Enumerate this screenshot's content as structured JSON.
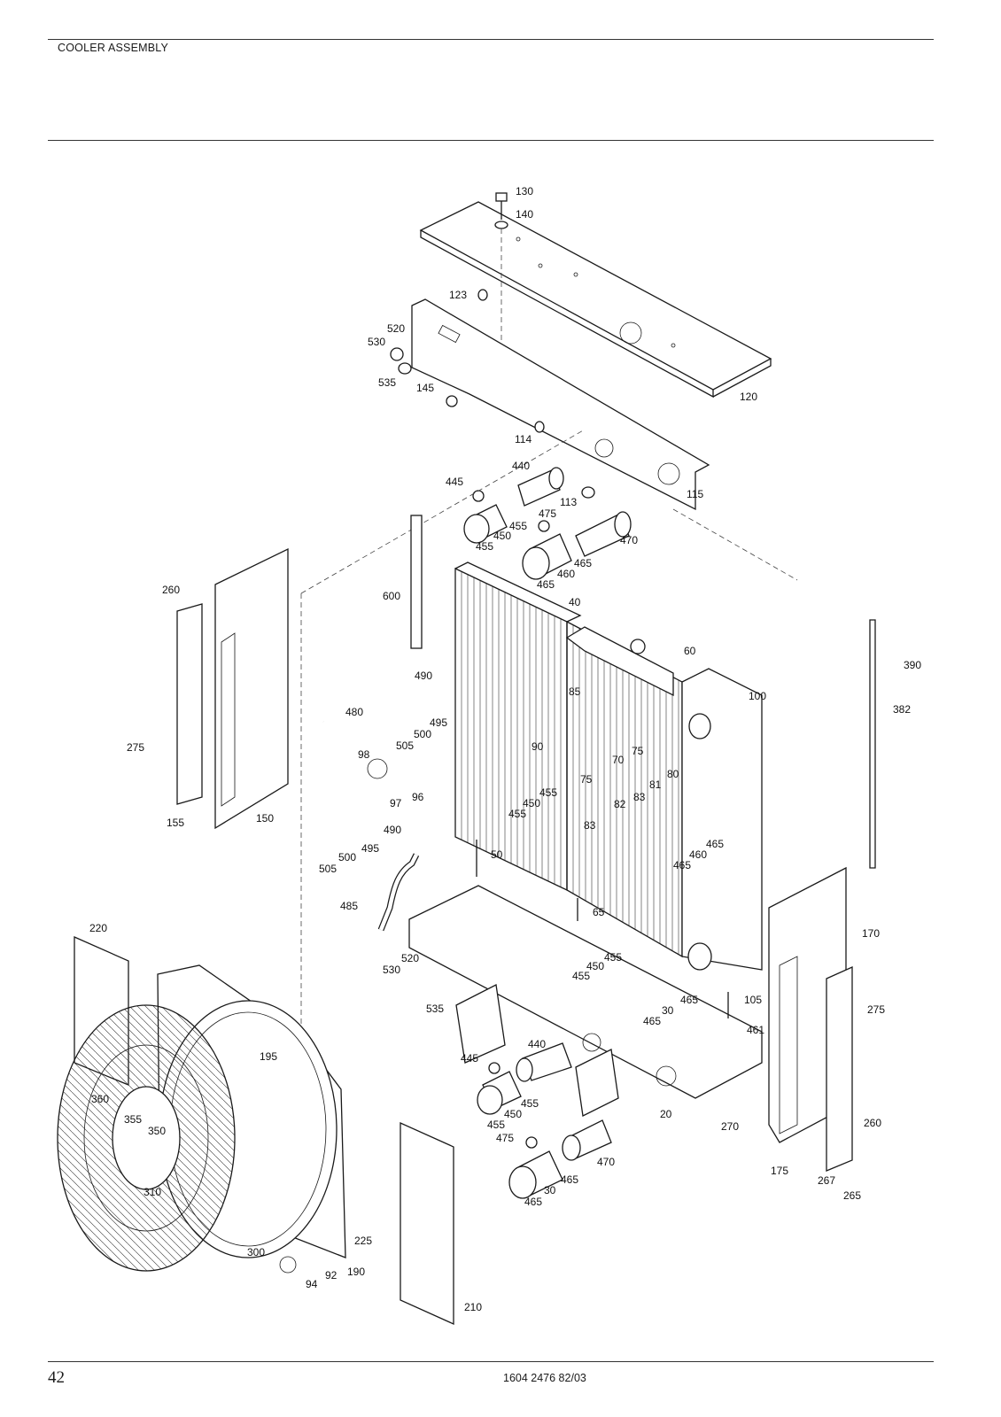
{
  "header": {
    "title": "COOLER ASSEMBLY"
  },
  "footer": {
    "page_number": "42",
    "document_number": "1604 2476 82/03"
  },
  "callouts": [
    "130",
    "140",
    "123",
    "520",
    "530",
    "535",
    "145",
    "120",
    "114",
    "115",
    "445",
    "440",
    "113",
    "475",
    "455",
    "450",
    "470",
    "465",
    "460",
    "600",
    "40",
    "60",
    "390",
    "382",
    "260",
    "490",
    "85",
    "100",
    "480",
    "495",
    "500",
    "505",
    "90",
    "70",
    "75",
    "80",
    "81",
    "83",
    "82",
    "275",
    "98",
    "96",
    "97",
    "155",
    "150",
    "50",
    "485",
    "65",
    "170",
    "220",
    "105",
    "30",
    "461",
    "195",
    "20",
    "360",
    "355",
    "350",
    "270",
    "310",
    "210",
    "225",
    "190",
    "94",
    "92",
    "300",
    "175",
    "267",
    "265"
  ]
}
